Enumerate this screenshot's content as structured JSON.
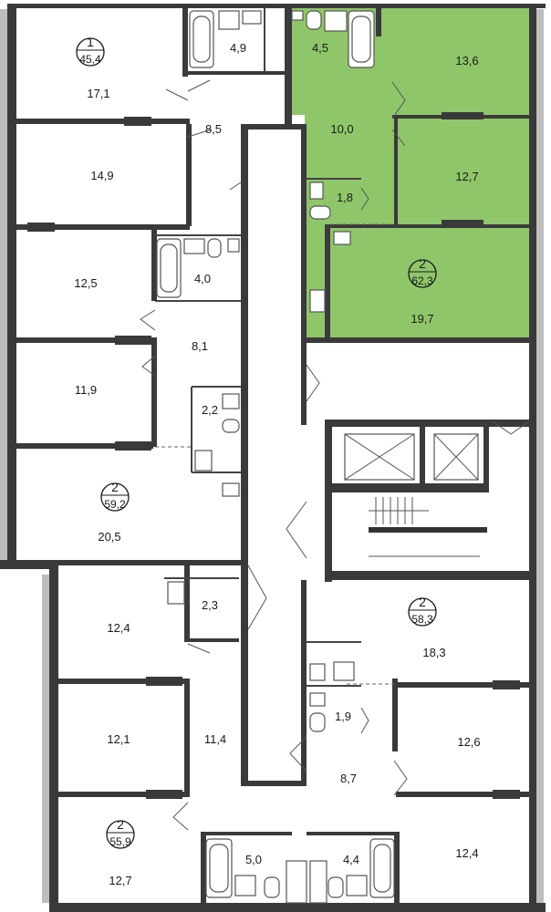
{
  "highlight_color": "#8fc66a",
  "apartments": [
    {
      "id": "apt-1",
      "rooms": "1",
      "area": "45,4"
    },
    {
      "id": "apt-2a",
      "rooms": "2",
      "area": "62,3"
    },
    {
      "id": "apt-2b",
      "rooms": "2",
      "area": "59,2"
    },
    {
      "id": "apt-2c",
      "rooms": "2",
      "area": "58,3"
    },
    {
      "id": "apt-2d",
      "rooms": "2",
      "area": "55,9"
    }
  ],
  "rooms": [
    "17,1",
    "4,9",
    "4,5",
    "13,6",
    "8,5",
    "10,0",
    "14,9",
    "12,7",
    "1,8",
    "12,5",
    "4,0",
    "19,7",
    "8,1",
    "11,9",
    "2,2",
    "20,5",
    "12,4",
    "2,3",
    "18,3",
    "1,9",
    "12,1",
    "11,4",
    "12,6",
    "8,7",
    "12,7",
    "5,0",
    "4,4",
    "12,4"
  ]
}
